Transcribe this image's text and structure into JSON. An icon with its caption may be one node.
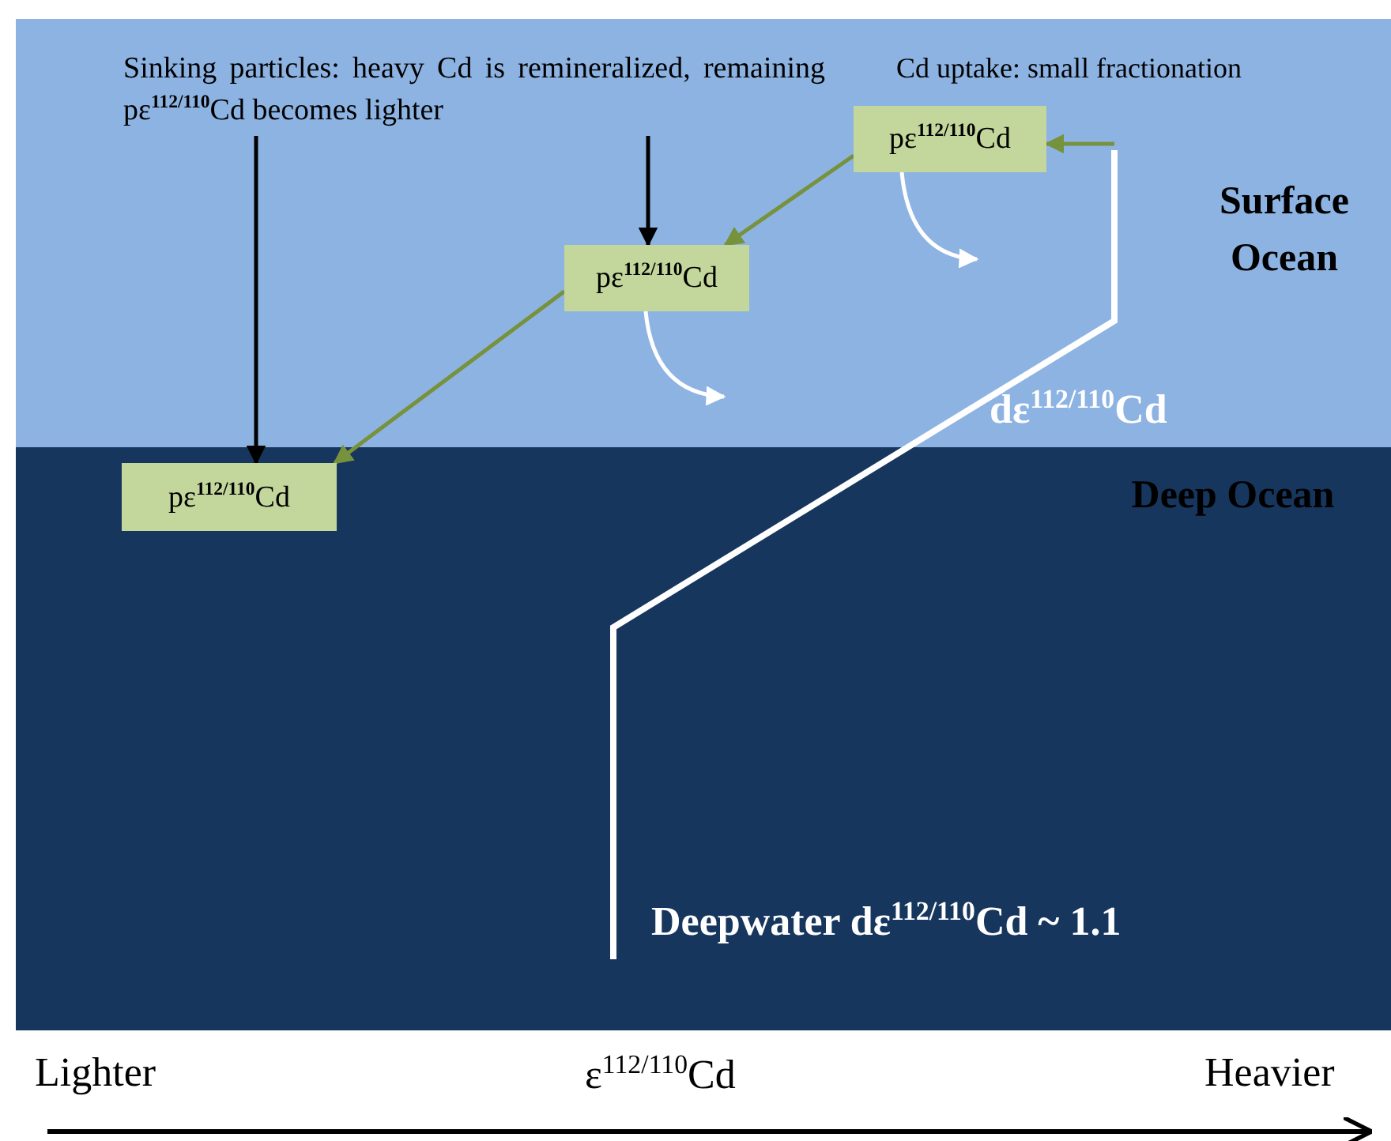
{
  "diagram": {
    "nodes": [
      {
        "text": [
          "Surface Ocean"
        ]
      },
      {
        "text": [
          "Deep Ocean"
        ]
      },
      {
        "text": [
          "Sinking particles: heavy Cd is remineralized, remaining pε$^{112/110}$Cd becomes lighter"
        ],
        "in": 0
      },
      {
        "text": [
          "pε$^{112/110}$Cd"
        ],
        "in": 0
      },
      {
        "text": [
          "pε$^{112/110}$Cd"
        ],
        "in": 0
      },
      {
        "text": [
          "pε$^{112/110}$Cd"
        ],
        "in": 1
      }
    ],
    "edges": [
      {
        "from": null,
        "to": 3,
        "arrow": "to"
      },
      {
        "from": 3,
        "to": 4,
        "arrow": "to"
      },
      {
        "from": 4,
        "to": 5,
        "arrow": "to"
      },
      {
        "from": 2,
        "to": 4,
        "arrow": "to",
        "color": "#000000"
      },
      {
        "from": 2,
        "to": 5,
        "arrow": "to",
        "color": "#000000"
      },
      {
        "from": 3,
        "to": null,
        "arrow": "to",
        "color": "#ffffff"
      },
      {
        "from": 4,
        "to": null,
        "arrow": "to",
        "color": "#ffffff"
      }
    ],
    "labels": [
      "Cd uptake: small fractionation",
      "dε$^{112/110}$Cd",
      "Deepwater dε$^{112/110}$Cd ~ 1.1",
      "Lighter",
      "ε$^{112/110}$Cd",
      "Heavier"
    ]
  }
}
